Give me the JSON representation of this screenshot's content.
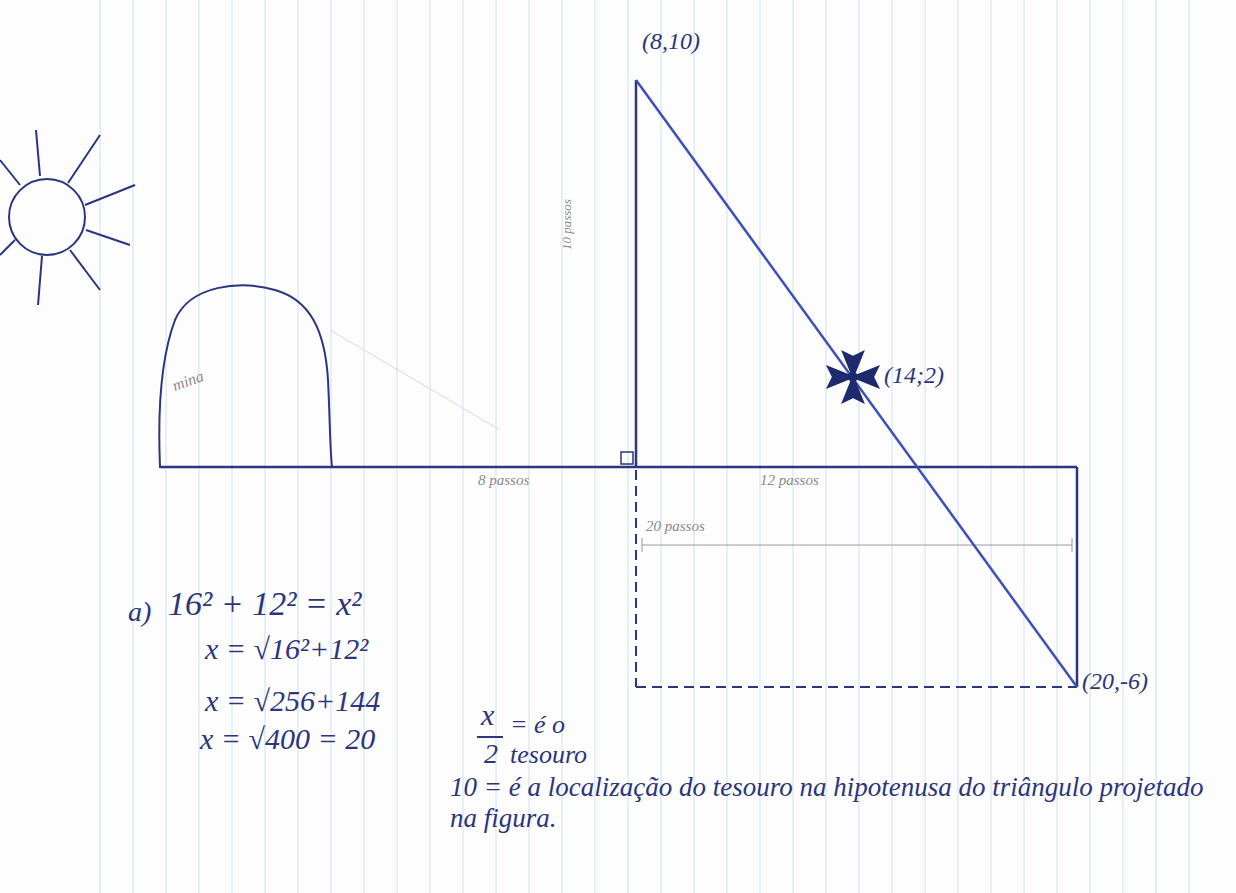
{
  "diagram": {
    "labels": [
      "(8,10)",
      "10 passos",
      "mina",
      "(14;2)",
      "8 passos",
      "12 passos",
      "20 passos",
      "(20,-6)",
      "a)",
      "16² + 12² = x²",
      "x = √16²+12²",
      "x = √256+144",
      "x = √400 = 20",
      "x",
      "2",
      "= é o tesouro",
      "10 = é a localização do tesouro na hipotenusa do triângulo projetado na figura."
    ]
  }
}
